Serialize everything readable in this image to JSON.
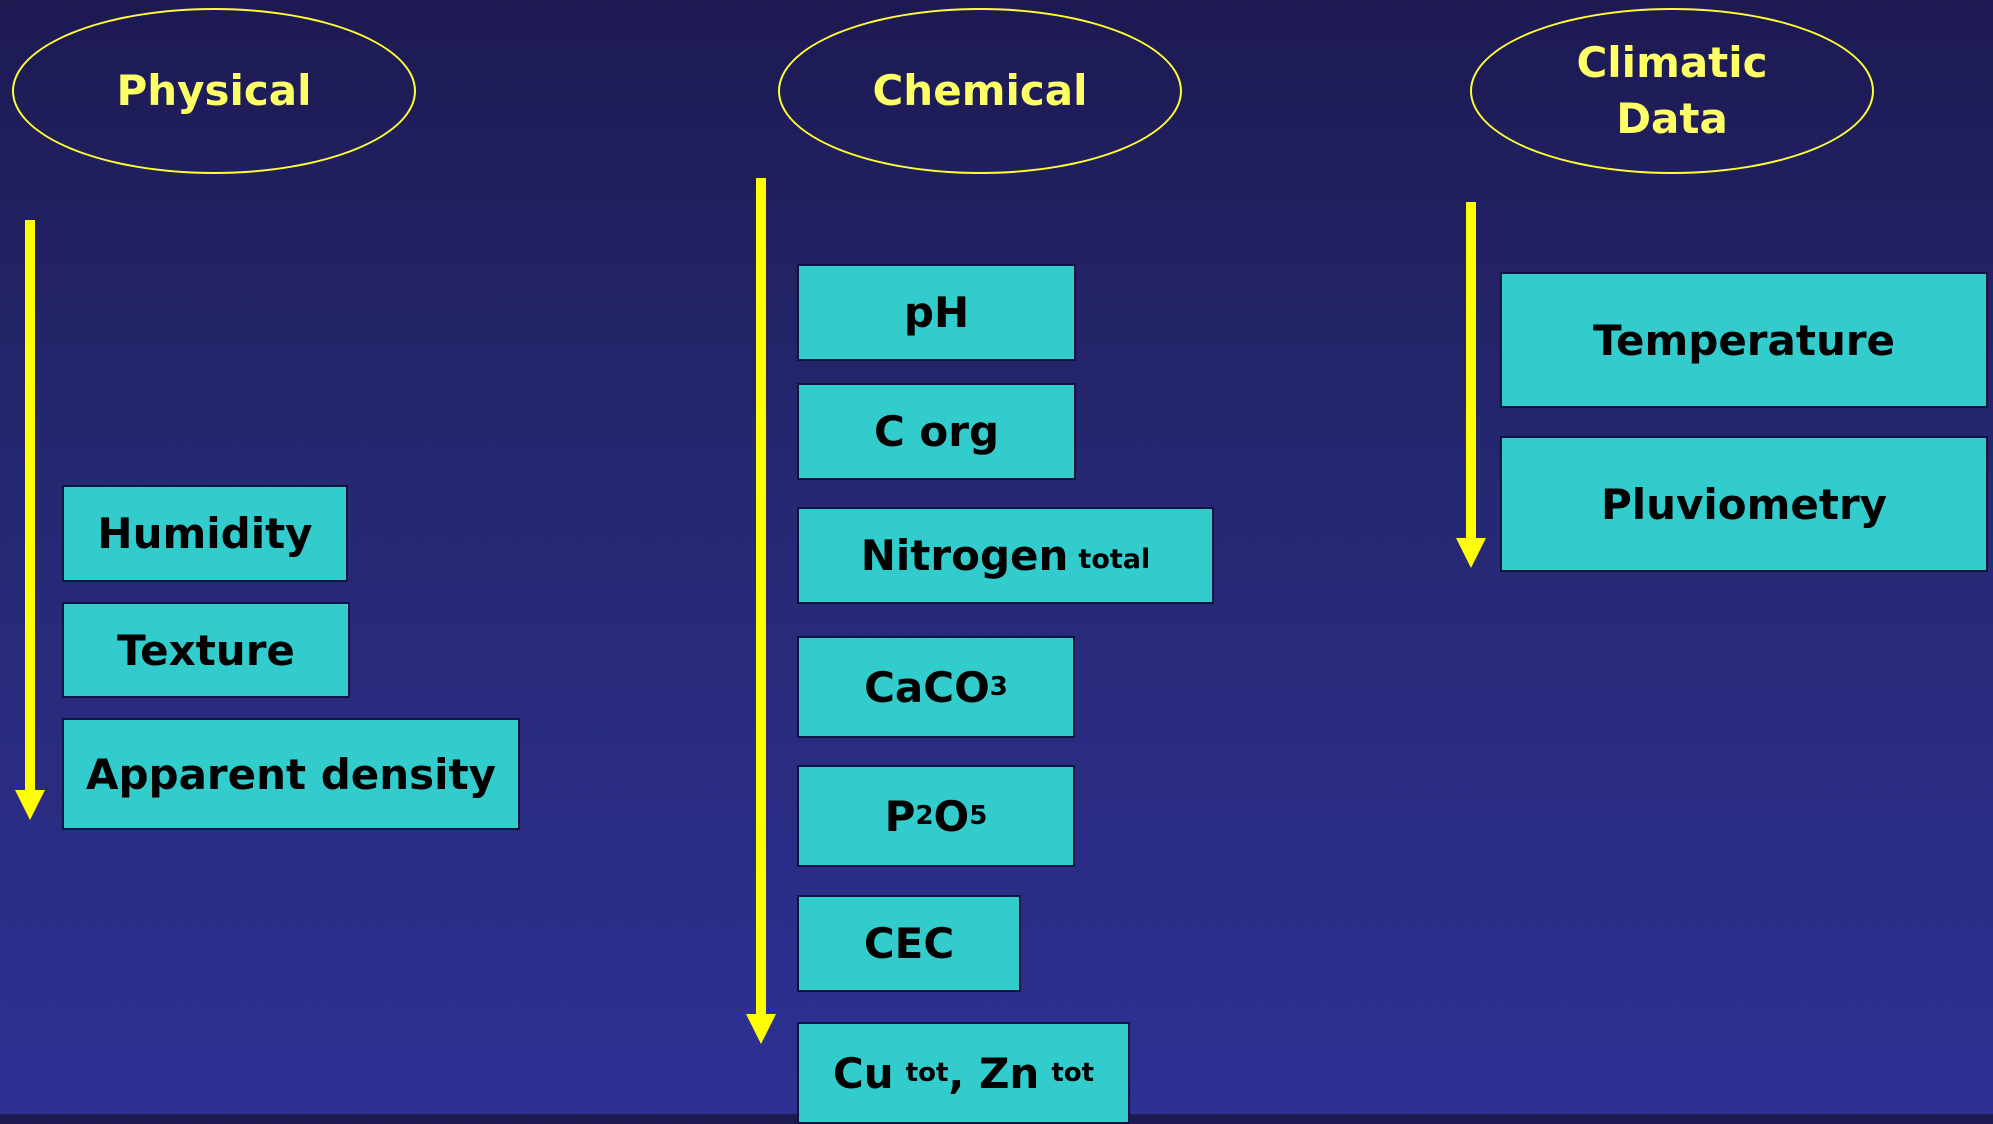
{
  "columns": {
    "physical": {
      "title": "Physical",
      "items": [
        "Humidity",
        "Texture",
        "Apparent density"
      ]
    },
    "chemical": {
      "title": "Chemical",
      "items": {
        "ph": "pH",
        "corg": "C org",
        "nitrogen": "Nitrogen",
        "nitrogen_sub": "total",
        "caco3": "CaCO",
        "caco3_sub": "3",
        "p2o5_p": "P",
        "p2o5_p_sub": "2",
        "p2o5_o": "O",
        "p2o5_o_sub": "5",
        "cec": "CEC",
        "cu": "Cu",
        "cu_sub": "tot",
        "zn": ", Zn",
        "zn_sub": "tot"
      }
    },
    "climatic": {
      "title": "Climatic\nData",
      "items": [
        "Temperature",
        "Pluviometry"
      ]
    }
  },
  "colors": {
    "arrow": "#ffff00",
    "ellipse_text": "#ffff66",
    "box_fill": "#33cccc",
    "background_top": "#1d1a52",
    "background_bottom": "#2d3193"
  }
}
